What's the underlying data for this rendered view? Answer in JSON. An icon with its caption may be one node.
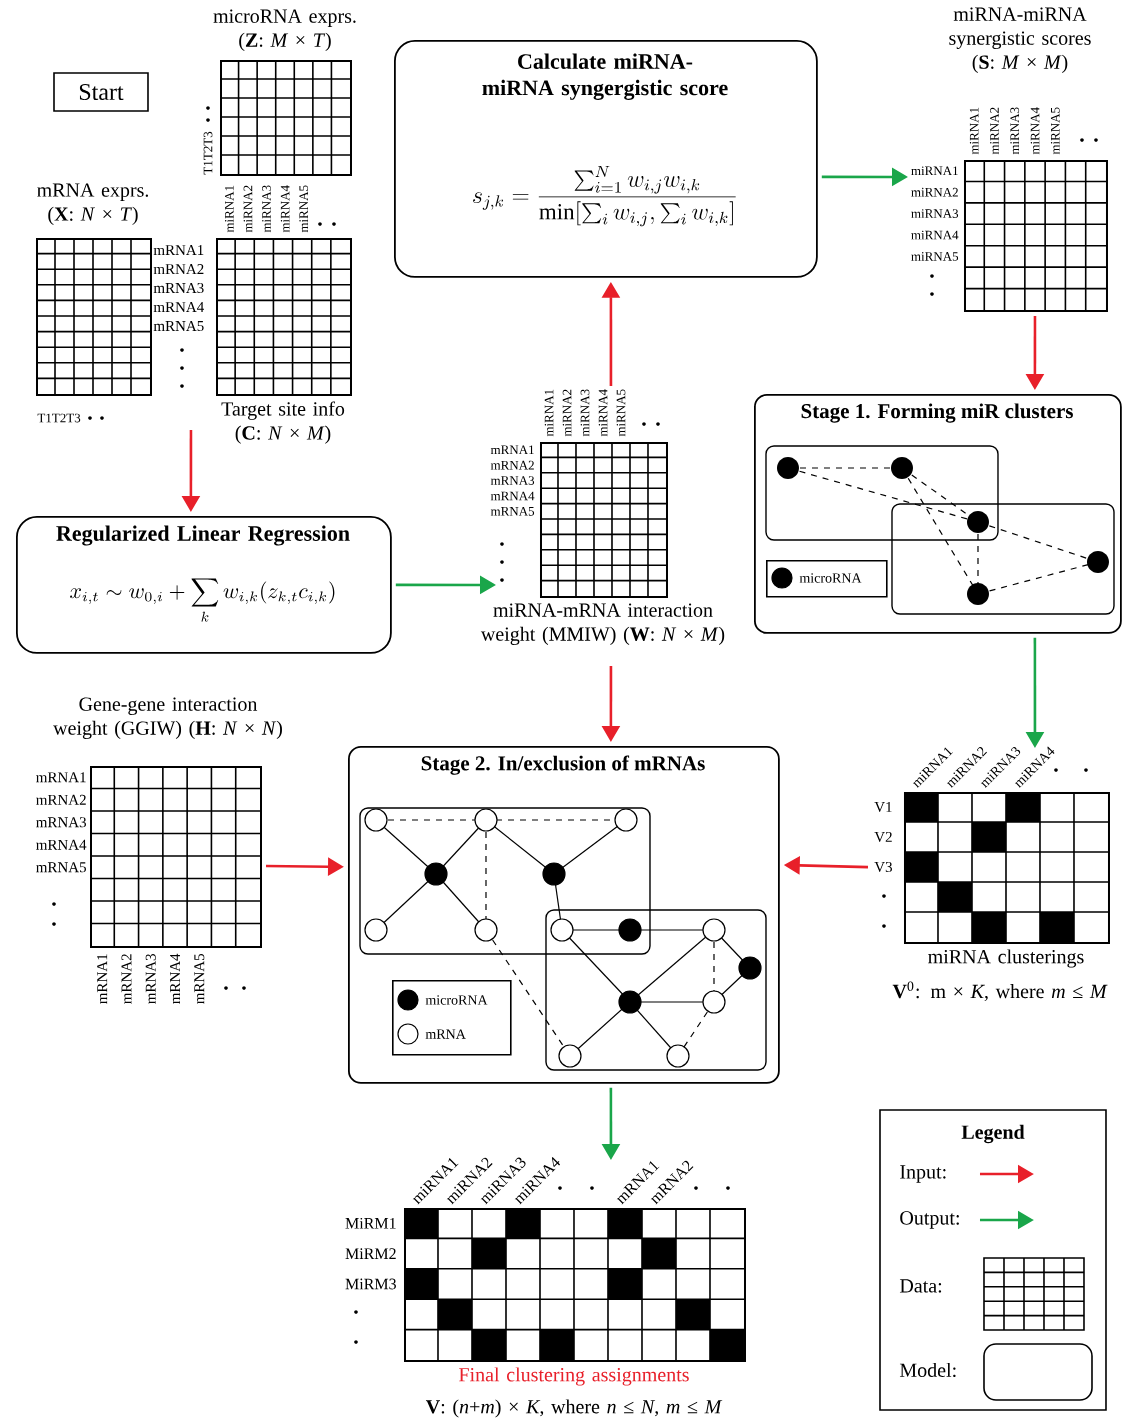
{
  "diagram": {
    "nodes": [
      {
        "text": [
          "Start"
        ]
      },
      {
        "text": [
          "microRNA exprs. (**Z**: *M* × *T*)"
        ],
        "beside": [
          "T1T2T3"
        ]
      },
      {
        "text": [
          "mRNA exprs. (**X**: *N* × *T*)"
        ],
        "beside": [
          "mRNA1",
          "mRNA2",
          "mRNA3",
          "mRNA4",
          "mRNA5",
          "T1T2T3"
        ]
      },
      {
        "text": [
          "Target site info (**C**: *N* × *M*)"
        ],
        "beside": [
          "miRNA1",
          "miRNA2",
          "miRNA3",
          "miRNA4",
          "miRNA5"
        ]
      },
      {
        "text": [
          "Calculate miRNA-miRNA syngergistic score",
          "s_{j,k} = \\frac{\\sum_{i=1}^{N} w_{i,j} w_{i,k}}{\\min[\\sum_{i} w_{i,j}, \\sum_{i} w_{i,k}]}"
        ]
      },
      {
        "text": [
          "miRNA-miRNA synergistic scores (**S**: *M* × *M*)"
        ],
        "beside": [
          "miRNA1",
          "miRNA2",
          "miRNA3",
          "miRNA4",
          "miRNA5",
          "miRNA1",
          "miRNA2",
          "miRNA3",
          "miRNA4",
          "miRNA5"
        ]
      },
      {
        "text": [
          "Regularized Linear Regression",
          "x_{i,t} \\sim w_{0,i} + \\sum_{k} w_{i,k}(z_{k,t}c_{i,k})"
        ]
      },
      {
        "text": [
          "miRNA-mRNA interaction weight (MMIW) (**W**: *N* × *M*)"
        ],
        "beside": [
          "miRNA1",
          "miRNA2",
          "miRNA3",
          "miRNA4",
          "miRNA5",
          "mRNA1",
          "mRNA2",
          "mRNA3",
          "mRNA4",
          "mRNA5"
        ]
      },
      {
        "text": [
          "Stage 1. Forming miR clusters"
        ]
      },
      {
        "text": [
          "microRNA"
        ],
        "in": 8
      },
      {
        "text": [
          "miRNA clusterings",
          "**V**$^{0}$: m × *K*, where *m* ≤ *M*"
        ],
        "beside": [
          "miRNA1",
          "miRNA2",
          "miRNA3",
          "miRNA4",
          "V1",
          "V2",
          "V3"
        ]
      },
      {
        "text": [
          "Gene-gene interaction weight (GGIW) (**H**: *N* × *N*)"
        ],
        "beside": [
          "mRNA1",
          "mRNA2",
          "mRNA3",
          "mRNA4",
          "mRNA5",
          "mRNA1",
          "mRNA2",
          "mRNA3",
          "mRNA4",
          "mRNA5"
        ]
      },
      {
        "text": [
          "Stage 2. In/exclusion of mRNAs"
        ]
      },
      {
        "text": [
          "microRNA",
          "mRNA"
        ],
        "in": 12
      },
      {
        "text": [
          "Final clustering assignments",
          "**V**: (*n*+*m*) × *K*, where *n* ≤ *N*, *m* ≤ *M*"
        ],
        "beside": [
          "miRNA1",
          "miRNA2",
          "miRNA3",
          "miRNA4",
          "mRNA1",
          "mRNA2",
          "MiRM1",
          "MiRM2",
          "MiRM3"
        ]
      }
    ],
    "edges": [
      {
        "from": 2,
        "to": 6,
        "arrow": "to"
      },
      {
        "from": 6,
        "to": 7,
        "arrow": "to",
        "color": "#1aa64a"
      },
      {
        "from": 7,
        "to": 4,
        "arrow": "to"
      },
      {
        "from": 4,
        "to": 5,
        "arrow": "to",
        "color": "#1aa64a"
      },
      {
        "from": 5,
        "to": 8,
        "arrow": "to"
      },
      {
        "from": 8,
        "to": 10,
        "arrow": "to",
        "color": "#1aa64a"
      },
      {
        "from": 7,
        "to": 12,
        "arrow": "to"
      },
      {
        "from": 11,
        "to": 12,
        "arrow": "to"
      },
      {
        "from": 10,
        "to": 12,
        "arrow": "to"
      },
      {
        "from": 12,
        "to": 14,
        "arrow": "to",
        "color": "#1aa64a"
      }
    ],
    "labels": [
      "Legend"
    ],
    "legend": [
      {
        "text": "Input:"
      },
      {
        "text": "Output:"
      },
      {
        "text": "Data:"
      },
      {
        "text": "Model:"
      }
    ]
  }
}
